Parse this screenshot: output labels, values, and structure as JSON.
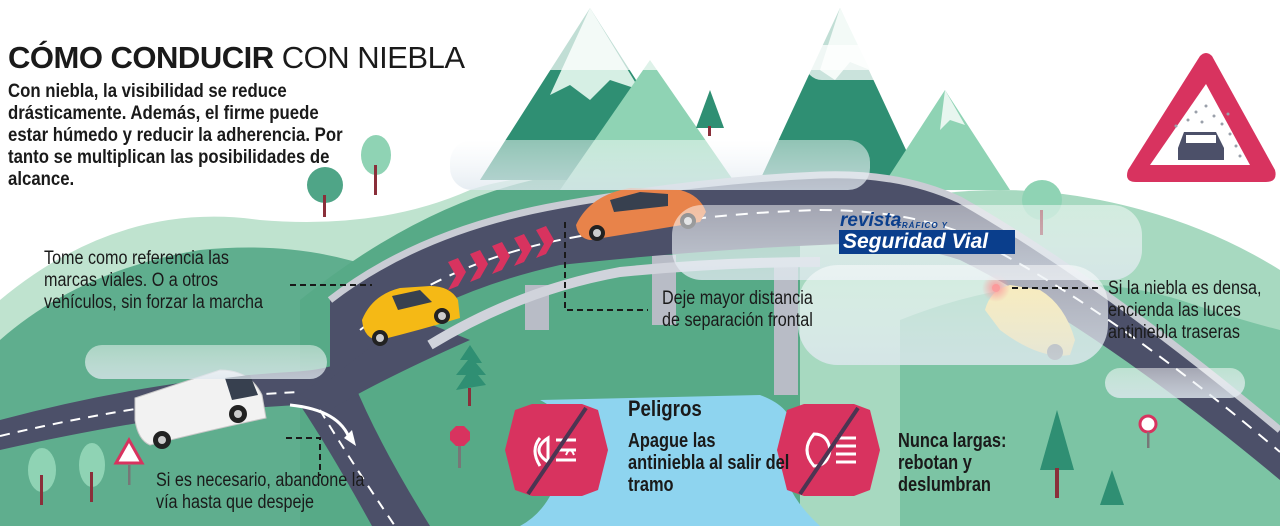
{
  "title": {
    "bold": "CÓMO CONDUCIR",
    "light": "CON NIEBLA"
  },
  "intro": "Con niebla, la visibilidad se reduce drásticamente. Además, el firme puede estar húmedo y reducir la adherencia. Por tanto se multiplican las posibilidades de alcance.",
  "notes": {
    "reference": "Tome como referencia las marcas viales. O a otros vehículos, sin forzar la marcha",
    "distance": "Deje mayor distancia de separación frontal",
    "rear_fog": "Si la niebla es densa, encienda las luces antiniebla traseras",
    "leave_road": "Si es necesario, abandone la vía hasta que despeje"
  },
  "dangers": {
    "heading": "Peligros",
    "item1": "Apague las antiniebla al salir del tramo",
    "item2": "Nunca largas: rebotan y deslumbran"
  },
  "logo": {
    "line1": "revista",
    "line2": "TRÁFICO Y",
    "line3": "Seguridad Vial"
  },
  "icons": [
    "fog-warning-sign-icon",
    "fog-light-off-icon",
    "high-beam-off-icon",
    "stop-sign-icon",
    "yield-sign-icon"
  ],
  "colors": {
    "road": "#4c5069",
    "mountain_dark": "#2f8f73",
    "mountain_light": "#8fd3b4",
    "danger": "#d8335f",
    "car_yellow": "#f5b915",
    "car_orange": "#e8834a",
    "fog": "#dce6ee"
  }
}
